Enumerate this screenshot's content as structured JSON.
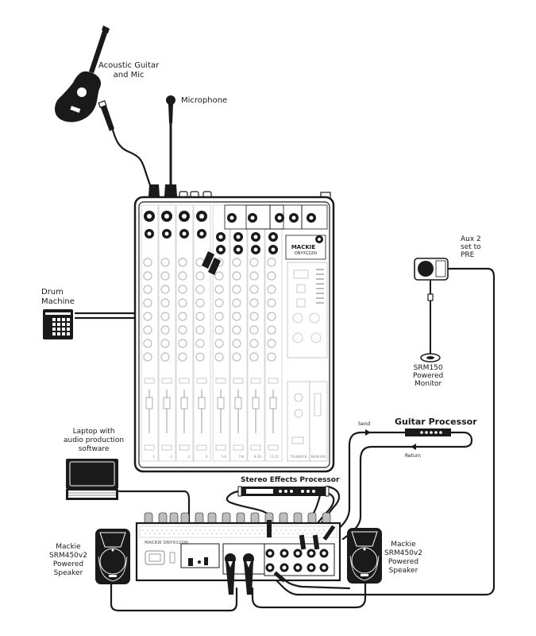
{
  "diagram": {
    "type": "mixer-setup-diagram",
    "mixer": {
      "brand": "MACKIE",
      "model": "ONYX1220i"
    },
    "labels": {
      "acoustic_guitar": [
        "Acoustic Guitar",
        "and Mic"
      ],
      "microphone": "Microphone",
      "drum_machine": [
        "Drum",
        "Machine"
      ],
      "monitor_note": [
        "Aux 2",
        "set to",
        "PRE"
      ],
      "monitor": [
        "SRM150",
        "Powered",
        "Monitor"
      ],
      "guitar_processor": "Guitar Processor",
      "send": "Send",
      "return": "Return",
      "laptop": [
        "Laptop with",
        "audio production",
        "software"
      ],
      "effects_processor": "Stereo Effects Processor",
      "speaker_left": [
        "Mackie",
        "SRM450v2",
        "Powered",
        "Speaker"
      ],
      "speaker_right": [
        "Mackie",
        "SRM450v2",
        "Powered",
        "Speaker"
      ]
    },
    "channel_labels": [
      "1",
      "2",
      "3",
      "4",
      "5-6",
      "7-8",
      "9-10",
      "11-12",
      "TALKBACK",
      "MAIN MIX"
    ],
    "colors": {
      "ink": "#1a1a1a",
      "panel_line": "#bdbdbd",
      "background": "#ffffff"
    }
  }
}
